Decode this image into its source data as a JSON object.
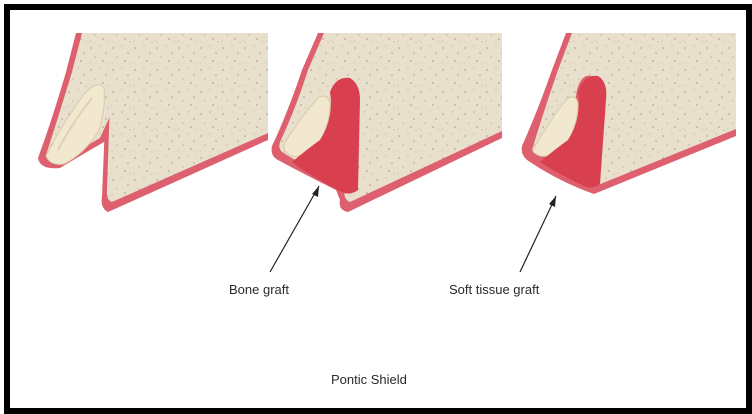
{
  "labels": {
    "bone_graft": "Bone graft",
    "soft_tissue_graft": "Soft tissue graft"
  },
  "caption": "Pontic Shield",
  "colors": {
    "bone": "#e6ddcb",
    "gum": "#de5f6e",
    "gum_light": "#f3bcc4",
    "graft": "#d8404f",
    "tooth": "#f1e8cf",
    "frame": "#000000"
  }
}
